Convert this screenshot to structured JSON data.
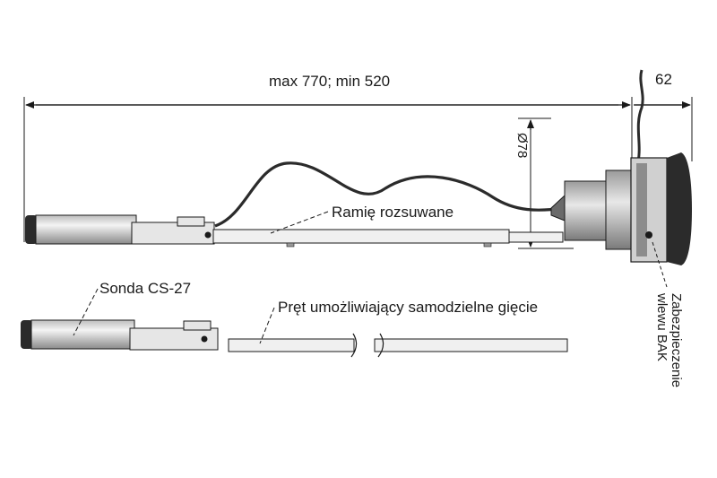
{
  "dimensions": {
    "length": "max 770; min 520",
    "head_width": "62",
    "diameter": "Ø78"
  },
  "labels": {
    "arm": "Ramię rozsuwane",
    "probe": "Sonda CS-27",
    "rod": "Pręt umożliwiający samodzielne gięcie",
    "cap_line1": "Zabezpieczenie",
    "cap_line2": "wlewu BAK"
  },
  "colors": {
    "line": "#1a1a1a",
    "body_fill": "#e6e6e6",
    "shade": "#9a9a9a",
    "dark": "#2b2b2b"
  }
}
